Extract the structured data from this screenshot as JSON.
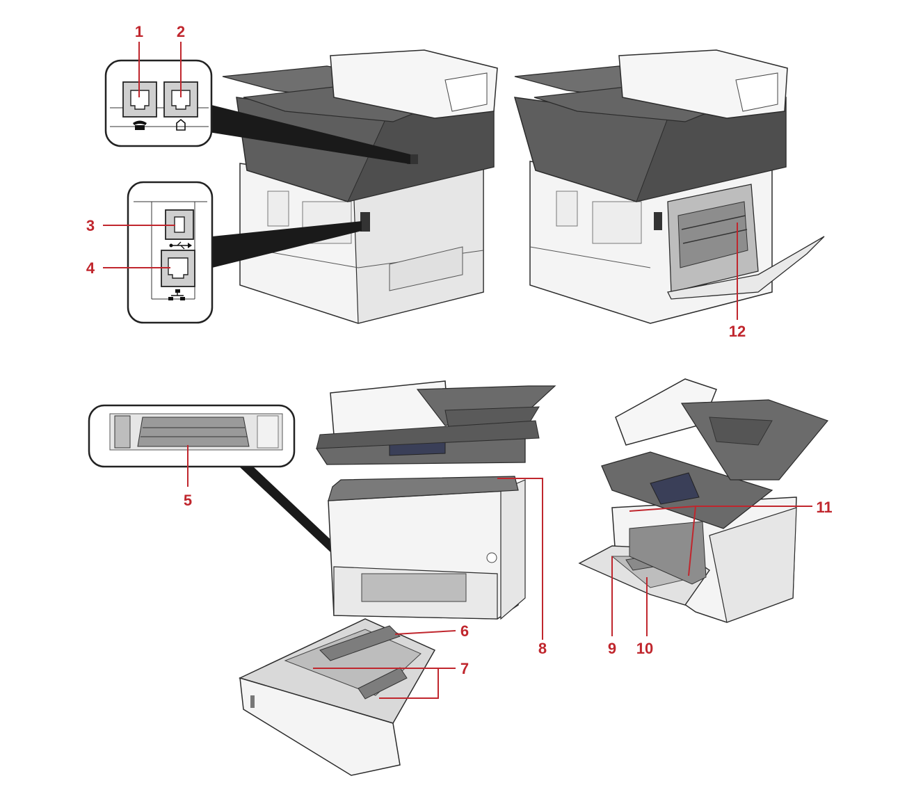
{
  "colors": {
    "callout": "#c0262d",
    "body_light": "#f2f2f2",
    "body_mid": "#cfcfcf",
    "body_dark": "#6b6b6b",
    "top_dark": "#5e5e5e",
    "outline": "#2b2b2b"
  },
  "callouts": [
    {
      "id": "1",
      "text": "1"
    },
    {
      "id": "2",
      "text": "2"
    },
    {
      "id": "3",
      "text": "3"
    },
    {
      "id": "4",
      "text": "4"
    },
    {
      "id": "5",
      "text": "5"
    },
    {
      "id": "6",
      "text": "6"
    },
    {
      "id": "7",
      "text": "7"
    },
    {
      "id": "8",
      "text": "8"
    },
    {
      "id": "9",
      "text": "9"
    },
    {
      "id": "10",
      "text": "10"
    },
    {
      "id": "11",
      "text": "11"
    },
    {
      "id": "12",
      "text": "12"
    }
  ],
  "icons": {
    "fax_line": "telephone-icon",
    "external_phone": "handset-icon",
    "usb": "usb-icon",
    "network": "network-icon"
  }
}
